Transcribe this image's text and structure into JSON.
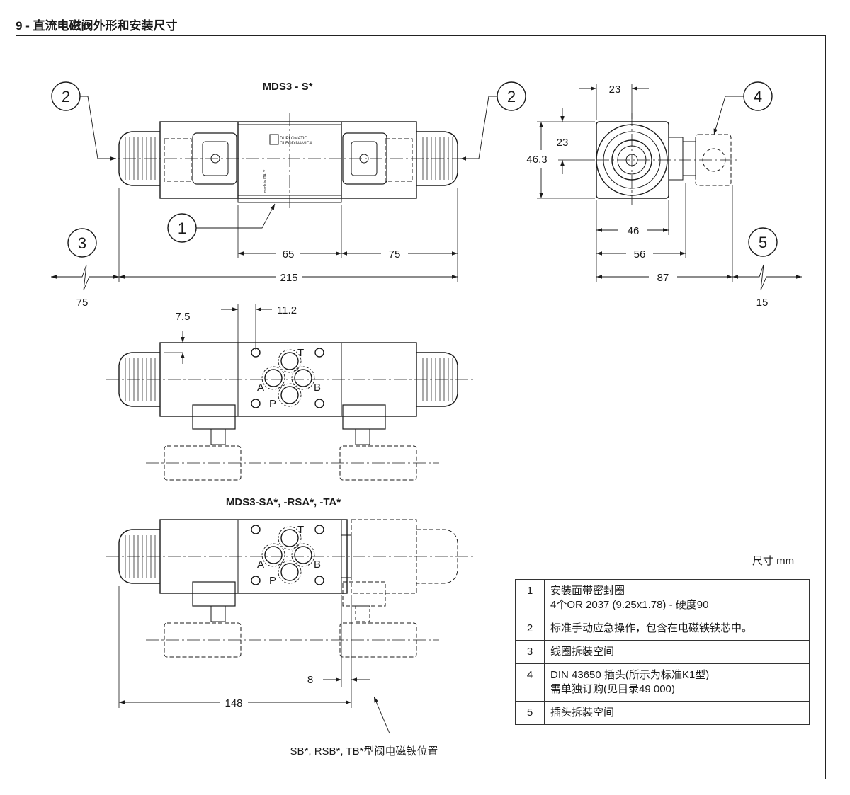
{
  "title": "9 - 直流电磁阀外形和安装尺寸",
  "views": {
    "top_label": "MDS3 - S*",
    "bottom_label": "MDS3-SA*, -RSA*, -TA*",
    "sb_note": "SB*, RSB*, TB*型阀电磁铁位置",
    "brand_line1": "DUPLOMATIC",
    "brand_line2": "OLEODINAMICA",
    "made_in": "made in ITALY"
  },
  "callouts": [
    "1",
    "2",
    "2",
    "3",
    "4",
    "5"
  ],
  "dimensions": {
    "d65": "65",
    "d75": "75",
    "d215": "215",
    "d75_left": "75",
    "d23_top": "23",
    "d23_side": "23",
    "d46_3": "46.3",
    "d46": "46",
    "d56": "56",
    "d87": "87",
    "d15": "15",
    "d7_5": "7.5",
    "d11_2": "11.2",
    "d8": "8",
    "d148": "148"
  },
  "ports": {
    "T": "T",
    "A": "A",
    "B": "B",
    "P": "P"
  },
  "units": "尺寸 mm",
  "legend": [
    {
      "num": "1",
      "line1": "安装面带密封圈",
      "line2": "4个OR 2037 (9.25x1.78) - 硬度90"
    },
    {
      "num": "2",
      "line1": "标准手动应急操作，包含在电磁铁铁芯中。",
      "line2": ""
    },
    {
      "num": "3",
      "line1": "线圈拆装空间",
      "line2": ""
    },
    {
      "num": "4",
      "line1": "DIN 43650 插头(所示为标准K1型)",
      "line2": "需单独订购(见目录49 000)"
    },
    {
      "num": "5",
      "line1": "插头拆装空间",
      "line2": ""
    }
  ]
}
